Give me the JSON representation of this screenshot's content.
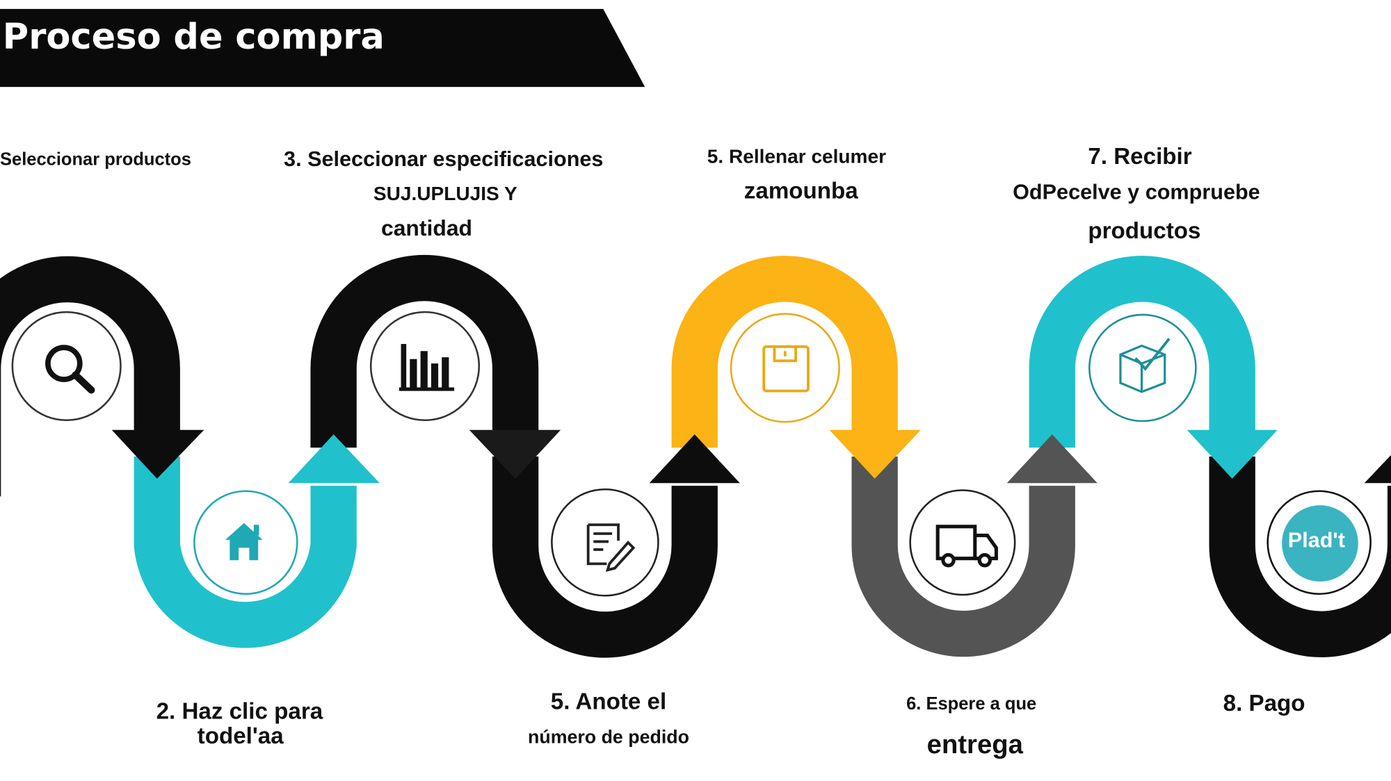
{
  "title": "Proceso de compra",
  "colors": {
    "black": "#0d0d0d",
    "cyan": "#20c1cc",
    "orange": "#fbb315",
    "gray": "#545454",
    "teal": "#2aa5b0",
    "ring": "#333333"
  },
  "steps_top": [
    {
      "lines": [
        "Seleccionar productos"
      ],
      "icon": "search-icon"
    },
    {
      "lines": [
        "3. Seleccionar especificaciones",
        "SUJ.UPLUJIS Y",
        "cantidad"
      ],
      "icon": "bar-chart-icon"
    },
    {
      "lines": [
        "5. Rellenar celumer",
        "zamounba"
      ],
      "icon": "save-icon"
    },
    {
      "lines": [
        "7. Recibir",
        "OdPecelve y compruebe",
        "productos"
      ],
      "icon": "box-check-icon"
    }
  ],
  "steps_bottom": [
    {
      "lines": [
        "2. Haz clic para",
        "todel'aa"
      ],
      "icon": "home-icon"
    },
    {
      "lines": [
        "5. Anote el",
        "número de pedido"
      ],
      "icon": "document-edit-icon"
    },
    {
      "lines": [
        "6. Espere a que",
        "entrega"
      ],
      "icon": "truck-icon"
    },
    {
      "lines": [
        "8. Pago"
      ],
      "icon": "payment-badge-icon",
      "badge": "Plad't"
    }
  ]
}
